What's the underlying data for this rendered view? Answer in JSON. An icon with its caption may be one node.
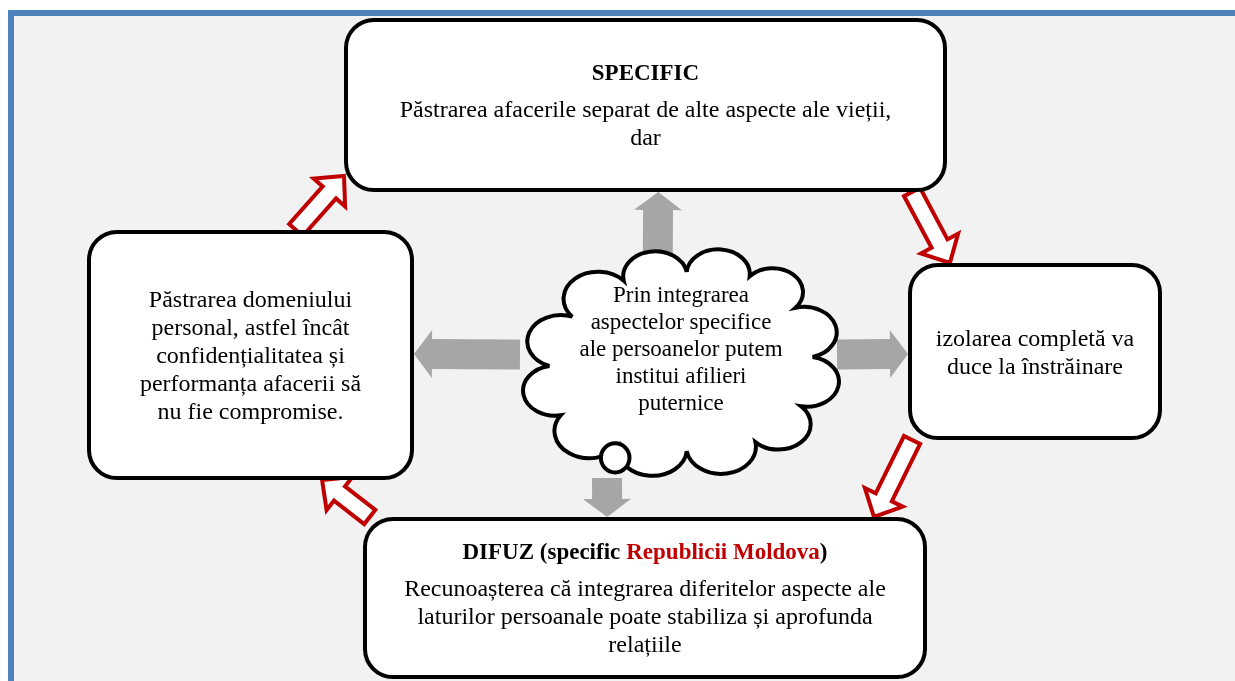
{
  "diagram": {
    "nodes": [
      {
        "text": [
          "SPECIFIC",
          "Păstrarea afacerile separat de alte aspecte ale vieții, dar"
        ]
      },
      {
        "text": [
          "izolarea completă va duce la înstrăinare"
        ]
      },
      {
        "text": [
          "DIFUZ (specific",
          "Republicii Moldova",
          ")",
          "Recunoașterea că integrarea diferitelor aspecte ale laturilor persoanale poate stabiliza și aprofunda relațiile"
        ]
      },
      {
        "text": [
          "Păstrarea domeniului personal, astfel încât confidențialitatea și performanța afacerii să nu fie compromise."
        ]
      },
      {
        "text": [
          "Prin integrarea aspectelor specifice ale persoanelor putem institui afilieri puternice"
        ]
      }
    ],
    "edges": [
      {
        "from": 0,
        "to": 1,
        "arrow": "to",
        "color": "#c00000"
      },
      {
        "from": 1,
        "to": 2,
        "arrow": "to",
        "color": "#c00000"
      },
      {
        "from": 2,
        "to": 3,
        "arrow": "to",
        "color": "#c00000"
      },
      {
        "from": 3,
        "to": 0,
        "arrow": "to",
        "color": "#c00000"
      },
      {
        "from": 4,
        "to": 0,
        "arrow": "to",
        "color": "#a6a6a6"
      },
      {
        "from": 4,
        "to": 1,
        "arrow": "to",
        "color": "#a6a6a6"
      },
      {
        "from": 4,
        "to": 2,
        "arrow": "to",
        "color": "#a6a6a6"
      },
      {
        "from": 4,
        "to": 3,
        "arrow": "to",
        "color": "#a6a6a6"
      }
    ]
  }
}
